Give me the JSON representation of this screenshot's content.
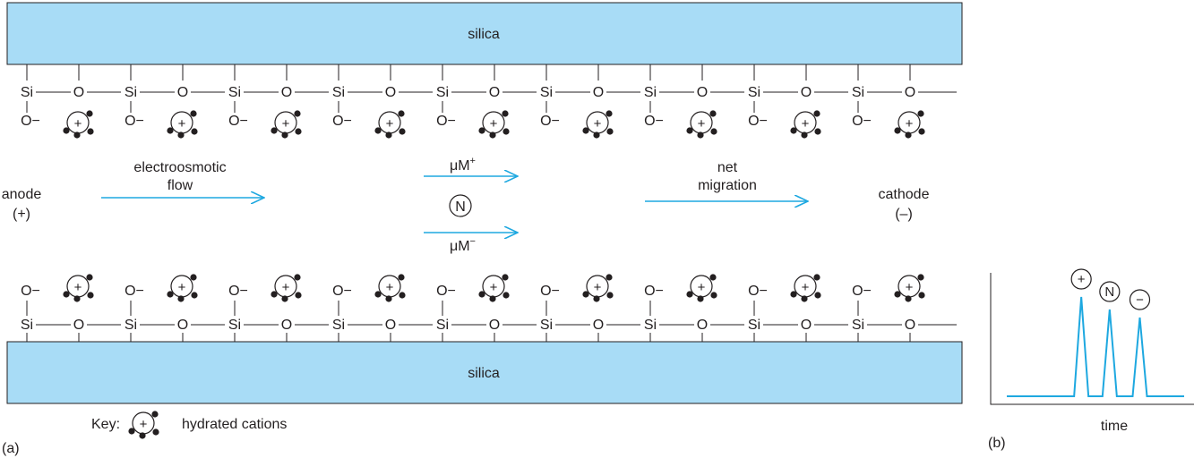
{
  "panel_a": {
    "label": "(a)",
    "silica_top": "silica",
    "silica_bottom": "silica",
    "atom_si": "Si",
    "atom_o": "O",
    "atom_o_minus": "O−",
    "cation_sign": "+",
    "anode": "anode",
    "anode_sign": "(+)",
    "cathode": "cathode",
    "cathode_sign": "(–)",
    "eof_line1": "electroosmotic",
    "eof_line2": "flow",
    "mu_plus": "μM",
    "mu_plus_sup": "+",
    "mu_minus": "μM",
    "mu_minus_sup": "−",
    "neutral": "N",
    "net_line1": "net",
    "net_line2": "migration",
    "key_prefix": "Key:",
    "key_text": "hydrated cations"
  },
  "panel_b": {
    "label": "(b)",
    "xlabel": "time",
    "peaks": [
      {
        "species": "+",
        "time": 0.42
      },
      {
        "species": "N",
        "time": 0.58
      },
      {
        "species": "−",
        "time": 0.75
      }
    ]
  },
  "colors": {
    "silica_fill": "#a8dcf6",
    "arrow": "#1ea8e0",
    "ink": "#231f20"
  }
}
